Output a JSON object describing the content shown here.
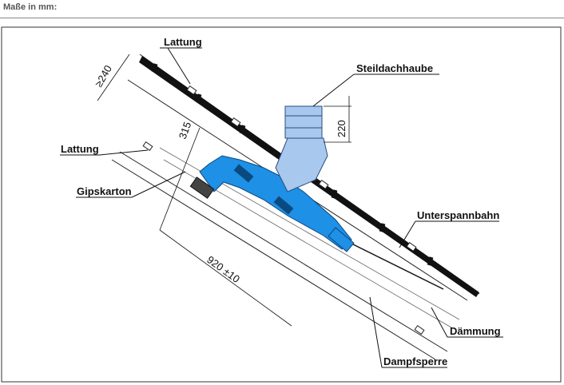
{
  "header": {
    "title": "Maße in mm:"
  },
  "labels": {
    "lattung_top": "Lattung",
    "lattung_left": "Lattung",
    "gipskarton": "Gipskarton",
    "steildachhaube": "Steildachhaube",
    "unterspannbahn": "Unterspannbahn",
    "daemmung": "Dämmung",
    "dampfsperre": "Dampfsperre"
  },
  "dimensions": {
    "d240": "≥240",
    "d315": "315",
    "d220": "220",
    "d920": "920 ±10"
  },
  "colors": {
    "pipe_blue": "#1e90e6",
    "hood_blue": "#a8c8ee",
    "roof_black": "#111111"
  }
}
